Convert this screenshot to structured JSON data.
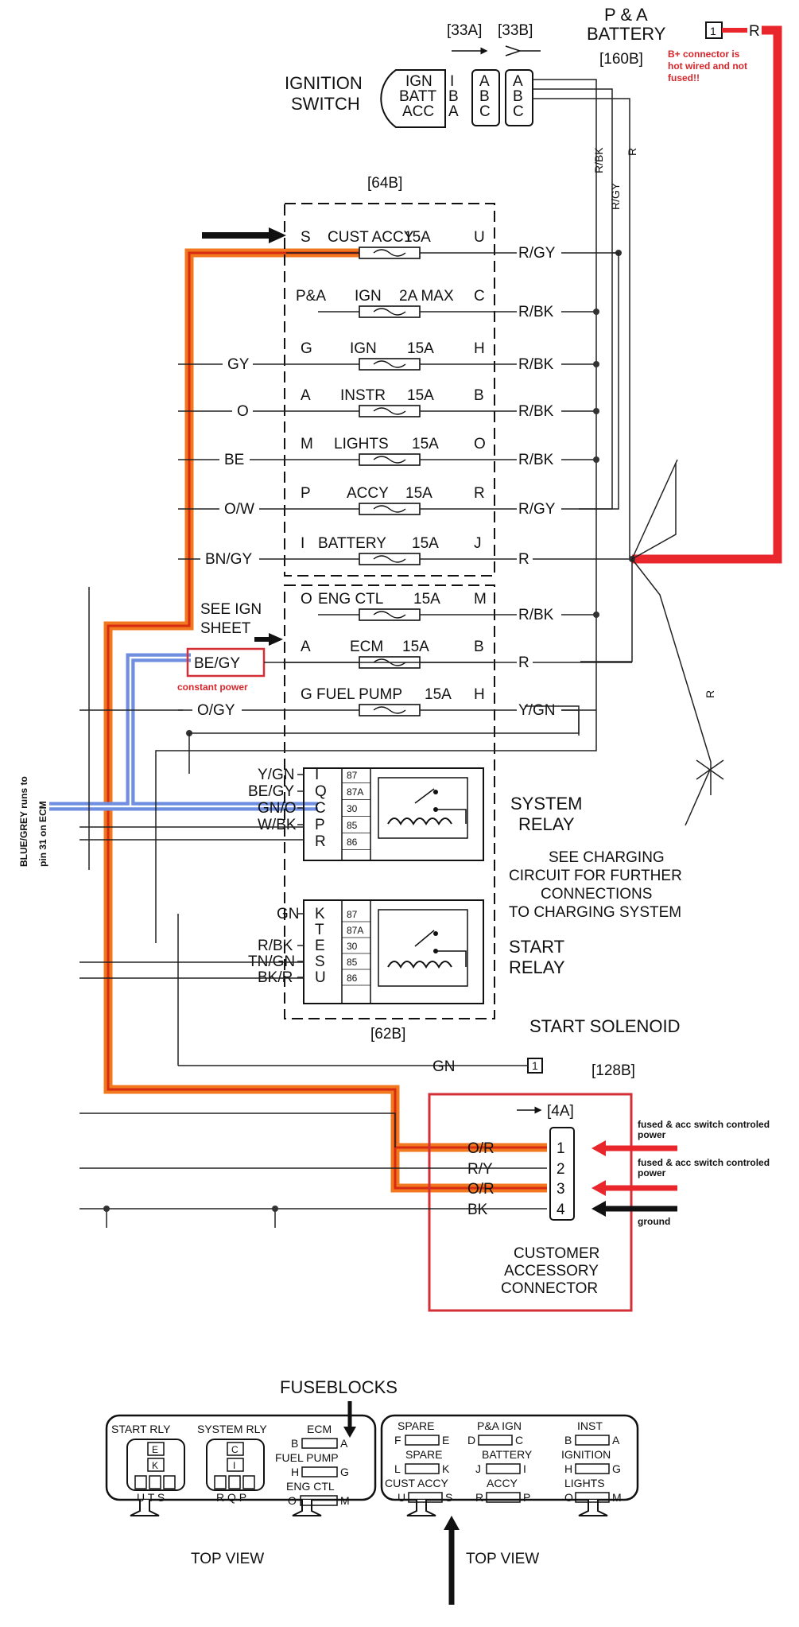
{
  "colors": {
    "wire": "#222222",
    "hot_red": "#e8262b",
    "accessory_orange": "#f2781f",
    "accessory_inner": "#d82c12",
    "blue_gray": "#6f8ee0",
    "box_red": "#d32f34"
  },
  "connectors": {
    "c33a": "[33A]",
    "c33b": "[33B]",
    "c160b": "[160B]",
    "c64b": "[64B]",
    "c62b": "[62B]",
    "c128b": "[128B]",
    "c4a": "[4A]"
  },
  "battery": {
    "title1": "P & A",
    "title2": "BATTERY",
    "pin": "1",
    "wire": "R",
    "note1": "B+ connector is",
    "note2": "hot wired and not",
    "note3": "fused!!"
  },
  "ignition": {
    "title1": "IGNITION",
    "title2": "SWITCH",
    "labels": [
      "IGN",
      "BATT",
      "ACC"
    ],
    "letters": [
      "I",
      "B",
      "A"
    ],
    "plug_a": [
      "A",
      "B",
      "C"
    ],
    "plug_b": [
      "A",
      "B",
      "C"
    ]
  },
  "vertical_wires": {
    "rbk": "R/BK",
    "rgy": "R/GY",
    "r": "R",
    "r2": "R"
  },
  "fuses": [
    {
      "left": "S",
      "name": "CUST ACCY",
      "amp": "15A",
      "right": "U",
      "out": "R/GY",
      "in": ""
    },
    {
      "left": "P&A",
      "name": "IGN",
      "amp": "2A MAX",
      "right": "C",
      "out": "R/BK",
      "in": ""
    },
    {
      "left": "G",
      "name": "IGN",
      "amp": "15A",
      "right": "H",
      "out": "R/BK",
      "in": "GY"
    },
    {
      "left": "A",
      "name": "INSTR",
      "amp": "15A",
      "right": "B",
      "out": "R/BK",
      "in": "O"
    },
    {
      "left": "M",
      "name": "LIGHTS",
      "amp": "15A",
      "right": "O",
      "out": "R/BK",
      "in": "BE"
    },
    {
      "left": "P",
      "name": "ACCY",
      "amp": "15A",
      "right": "R",
      "out": "R/GY",
      "in": "O/W"
    },
    {
      "left": "I",
      "name": "BATTERY",
      "amp": "15A",
      "right": "J",
      "out": "R",
      "in": "BN/GY"
    },
    {
      "left": "O",
      "name": "ENG CTL",
      "amp": "15A",
      "right": "M",
      "out": "R/BK",
      "in": ""
    },
    {
      "left": "A",
      "name": "ECM",
      "amp": "15A",
      "right": "B",
      "out": "R",
      "in": ""
    },
    {
      "left": "G",
      "name": "FUEL PUMP",
      "amp": "15A",
      "right": "H",
      "out": "Y/GN",
      "in": "O/GY"
    }
  ],
  "see_ign": {
    "line1": "SEE IGN",
    "line2": "SHEET"
  },
  "ecm_feed": {
    "wire": "BE/GY",
    "note": "constant power"
  },
  "side_note": {
    "line1": "BLUE/GREY runs to",
    "line2": "pin 31 on ECM"
  },
  "system_relay": {
    "title1": "SYSTEM",
    "title2": "RELAY",
    "letters": [
      "I",
      "Q",
      "C",
      "P",
      "R"
    ],
    "pins": [
      "87",
      "87A",
      "30",
      "85",
      "86"
    ],
    "wires": [
      "Y/GN",
      "BE/GY",
      "GN/O",
      "W/BK",
      ""
    ]
  },
  "start_relay": {
    "title1": "START",
    "title2": "RELAY",
    "letters": [
      "K",
      "T",
      "E",
      "S",
      "U"
    ],
    "pins": [
      "87",
      "87A",
      "30",
      "85",
      "86"
    ],
    "wires": [
      "GN",
      "",
      "R/BK",
      "TN/GN",
      "BK/R"
    ]
  },
  "charging_note": [
    "SEE CHARGING",
    "CIRCUIT FOR FURTHER",
    "CONNECTIONS",
    "TO CHARGING SYSTEM"
  ],
  "start_solenoid": {
    "title": "START SOLENOID",
    "wire": "GN",
    "pin": "1"
  },
  "accessory": {
    "pins": [
      "1",
      "2",
      "3",
      "4"
    ],
    "wires": [
      "O/R",
      "R/Y",
      "O/R",
      "BK"
    ],
    "title": [
      "CUSTOMER",
      "ACCESSORY",
      "CONNECTOR"
    ],
    "note1a": "fused & acc switch controled",
    "note1b": "power",
    "note2a": "fused & acc switch controled",
    "note2b": "power",
    "ground": "ground"
  },
  "fuseblocks": {
    "title": "FUSEBLOCKS",
    "left": {
      "start_rly": "START RLY",
      "system_rly": "SYSTEM RLY",
      "start_e": "E",
      "start_k": "K",
      "start_bottom": "U T S",
      "sys_c": "C",
      "sys_i": "I",
      "sys_bottom": "R Q P",
      "ecm": "ECM",
      "ecm_pins": [
        "B",
        "A"
      ],
      "fuel_pump": "FUEL PUMP",
      "fuel_pins": [
        "H",
        "G"
      ],
      "eng_ctl": "ENG CTL",
      "eng_pins": [
        "O",
        "M"
      ],
      "view": "TOP VIEW"
    },
    "right": {
      "spare1": "SPARE",
      "spare1_pins": [
        "F",
        "E"
      ],
      "pa_ign": "P&A IGN",
      "pa_pins": [
        "D",
        "C"
      ],
      "inst": "INST",
      "inst_pins": [
        "B",
        "A"
      ],
      "spare2": "SPARE",
      "spare2_pins": [
        "L",
        "K"
      ],
      "battery": "BATTERY",
      "battery_pins": [
        "J",
        "I"
      ],
      "ignition": "IGNITION",
      "ignition_pins": [
        "H",
        "G"
      ],
      "cust_accy": "CUST ACCY",
      "cust_pins": [
        "U",
        "S"
      ],
      "accy": "ACCY",
      "accy_pins": [
        "R",
        "P"
      ],
      "lights": "LIGHTS",
      "lights_pins": [
        "O",
        "M"
      ],
      "view": "TOP VIEW"
    }
  }
}
